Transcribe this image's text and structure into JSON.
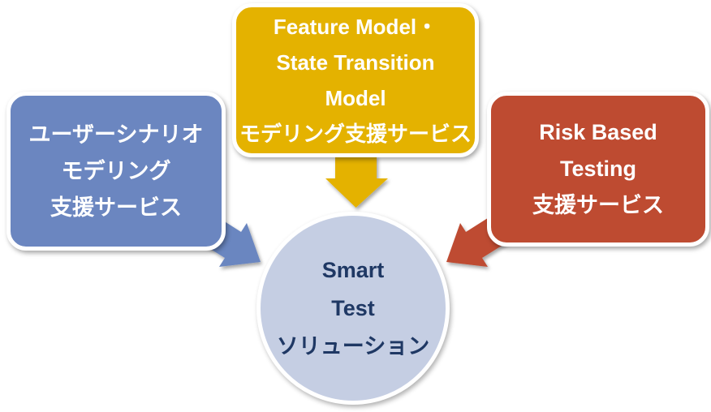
{
  "diagram": {
    "background": "#ffffff",
    "boxes": [
      {
        "id": "user-scenario-modeling-service",
        "fill": "#6B86C0",
        "text_color": "#ffffff",
        "lines": [
          "ユーザーシナリオ",
          "モデリング",
          "支援サービス"
        ]
      },
      {
        "id": "feature-model-state-transition-service",
        "fill": "#E4B200",
        "text_color": "#ffffff",
        "lines": [
          "Feature Model・",
          "State Transition",
          "Model",
          "モデリング支援サービス"
        ]
      },
      {
        "id": "risk-based-testing-service",
        "fill": "#BE4B31",
        "text_color": "#ffffff",
        "lines": [
          "Risk Based",
          "Testing",
          "支援サービス"
        ]
      }
    ],
    "center_circle": {
      "id": "smart-test-solution",
      "fill": "#C5CEE3",
      "text_color": "#1F3864",
      "lines": [
        "Smart",
        "Test",
        "ソリューション"
      ]
    },
    "arrows": [
      {
        "id": "arrow-user-scenario-to-center",
        "color": "#6B86C0",
        "direction": "down-right"
      },
      {
        "id": "arrow-feature-model-to-center",
        "color": "#E4B200",
        "direction": "down"
      },
      {
        "id": "arrow-risk-based-to-center",
        "color": "#BE4B31",
        "direction": "down-left"
      }
    ]
  }
}
